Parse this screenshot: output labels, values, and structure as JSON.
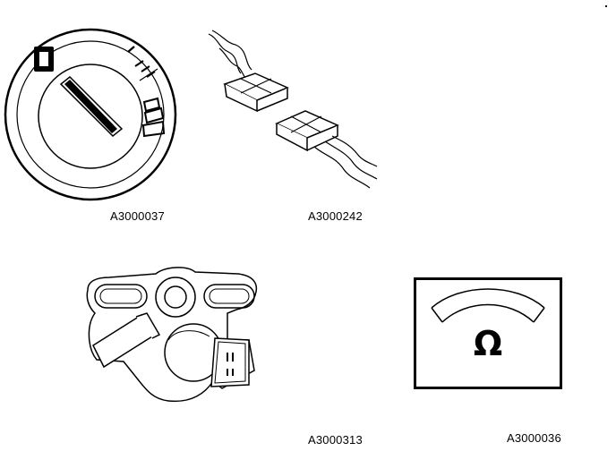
{
  "figures": {
    "ignition_switch": {
      "code": "A3000037",
      "icon": "ignition-switch-icon"
    },
    "connector": {
      "code": "A3000242",
      "icon": "wiring-connector-icon"
    },
    "switch_housing": {
      "code": "A3000313",
      "icon": "switch-housing-icon"
    },
    "ohmmeter": {
      "code": "A3000036",
      "icon": "ohmmeter-icon",
      "symbol": "Ω"
    }
  }
}
